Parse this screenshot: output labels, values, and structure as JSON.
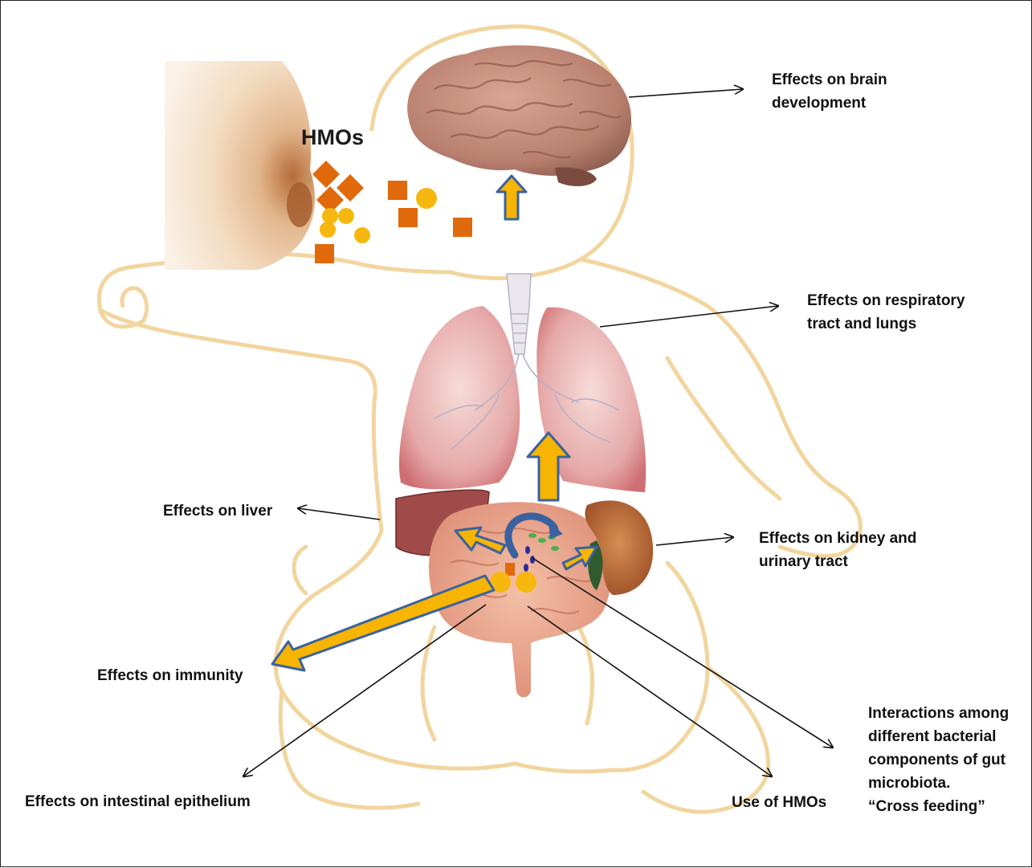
{
  "title_hmos": "HMOs",
  "labels": {
    "brain": [
      "Effects on brain",
      "development"
    ],
    "respiratory": [
      "Effects on respiratory",
      "tract and lungs"
    ],
    "liver": [
      "Effects on liver"
    ],
    "kidney": [
      "Effects on kidney and",
      "urinary tract"
    ],
    "immunity": [
      "Effects on immunity"
    ],
    "epithelium": [
      "Effects on intestinal epithelium"
    ],
    "use_hmos": [
      "Use of HMOs"
    ],
    "cross_feeding": [
      "Interactions among",
      "different bacterial",
      "components of gut",
      "microbiota.",
      "“Cross  feeding”"
    ]
  },
  "colors": {
    "outline": "#f2d59e",
    "hmo_square": "#e0690c",
    "hmo_circle": "#f6b80f",
    "arrow_fill": "#f7b400",
    "arrow_stroke": "#3a62a0",
    "line": "#111111"
  }
}
